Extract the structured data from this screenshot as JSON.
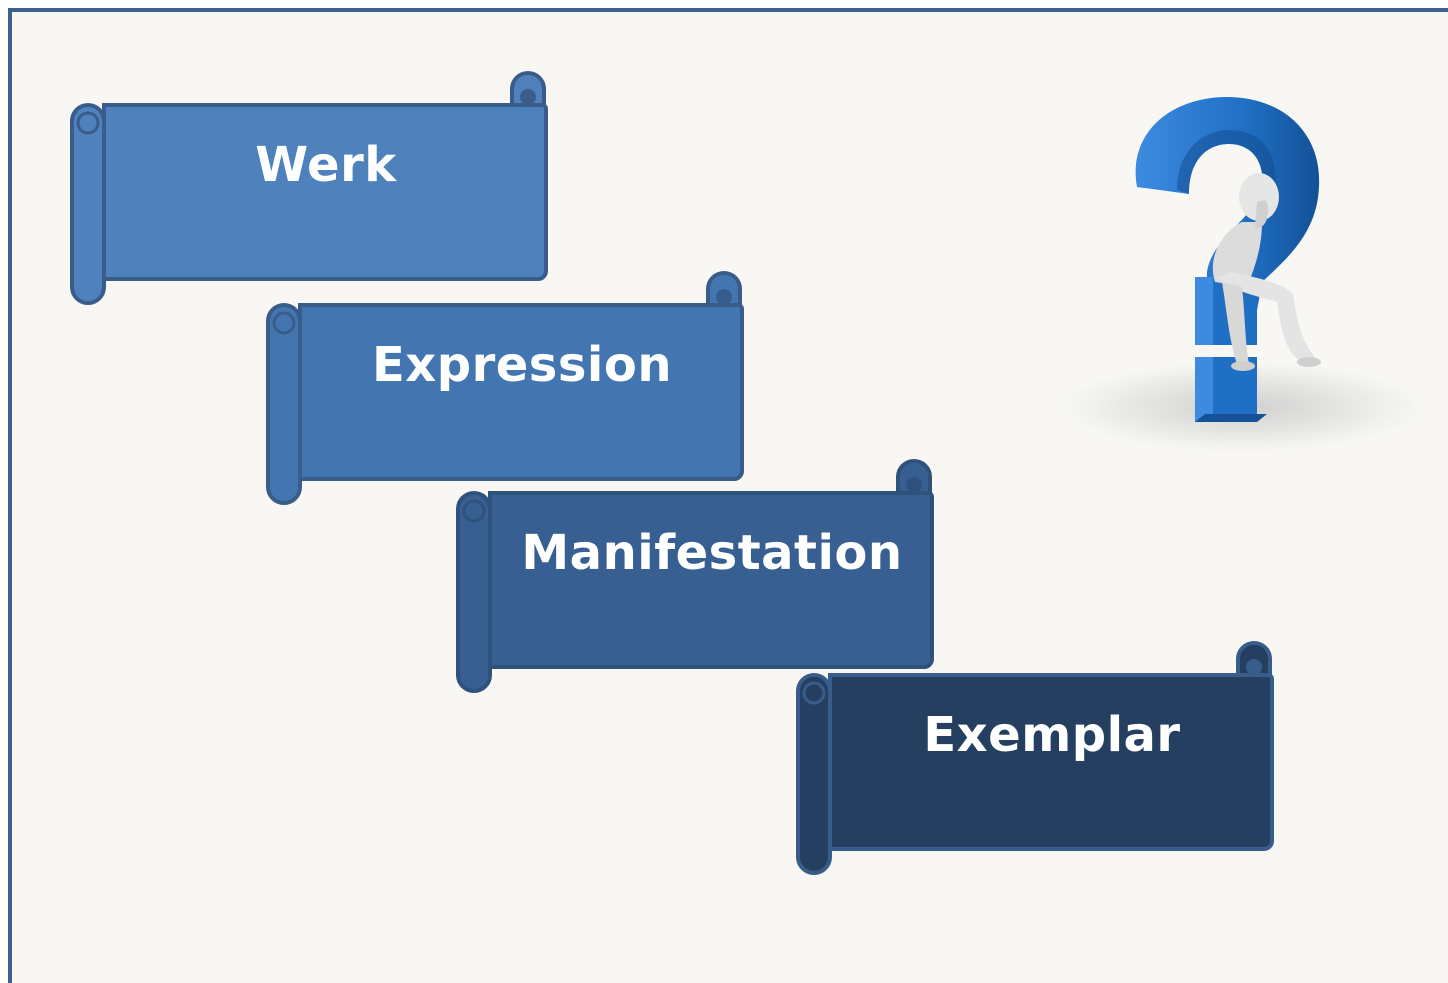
{
  "diagram": {
    "levels": [
      {
        "label": "Werk",
        "color": "#4f81bd"
      },
      {
        "label": "Expression",
        "color": "#4375b0"
      },
      {
        "label": "Manifestation",
        "color": "#375f92"
      },
      {
        "label": "Exemplar",
        "color": "#253f61"
      }
    ],
    "border_color": "#41608f",
    "curl_color": "#385d8a"
  },
  "illustration": {
    "icon": "thinking-figure-on-question-mark-icon",
    "color": "#1f6fc4"
  }
}
